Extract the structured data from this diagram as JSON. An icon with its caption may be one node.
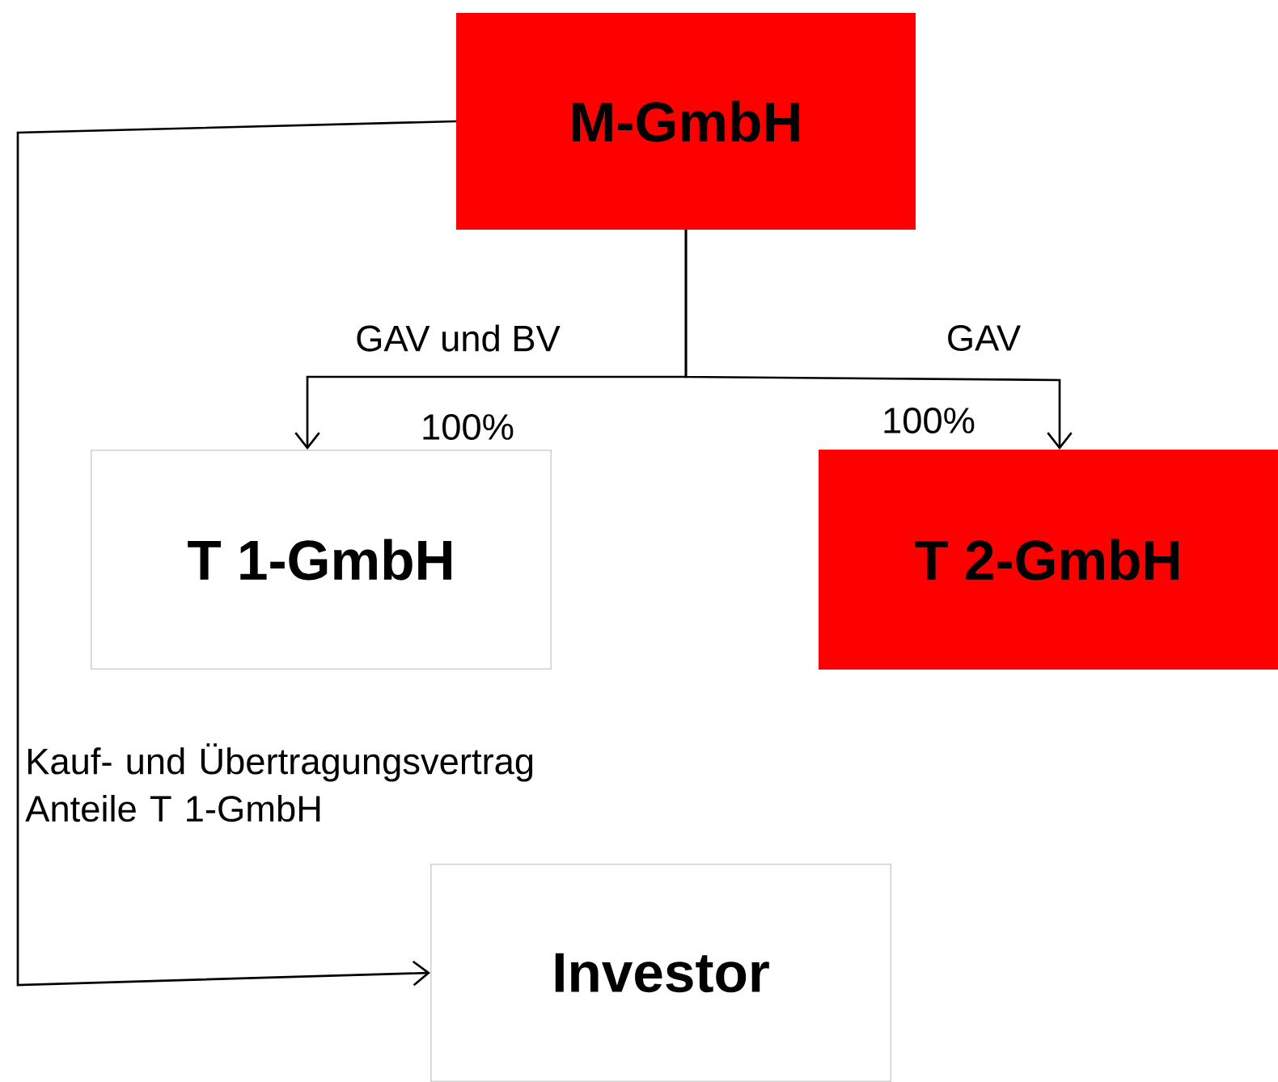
{
  "diagram": {
    "nodes": [
      {
        "text": [
          "M-GmbH"
        ]
      },
      {
        "text": [
          "T 1-GmbH"
        ]
      },
      {
        "text": [
          "T 2-GmbH"
        ]
      },
      {
        "text": [
          "Investor"
        ]
      }
    ],
    "edges": [
      {
        "from": 0,
        "to": 1,
        "arrow": "to",
        "label": "GAV und BV"
      },
      {
        "from": 0,
        "to": 2,
        "arrow": "to",
        "label": "GAV"
      },
      {
        "from": 0,
        "to": 3,
        "arrow": "to",
        "label": "Kauf- und Übertragungsvertrag Anteile T 1-GmbH"
      }
    ],
    "labels": [
      "100%",
      "100%"
    ]
  }
}
